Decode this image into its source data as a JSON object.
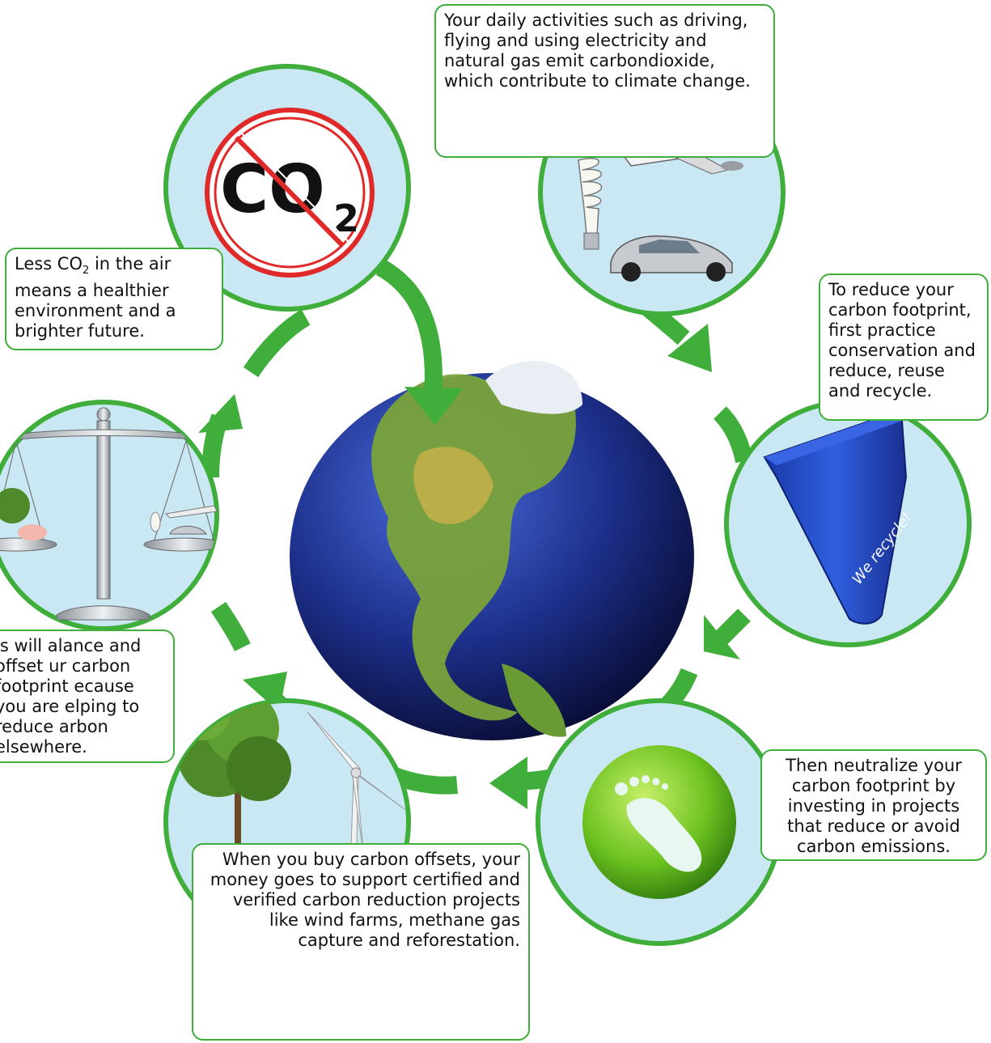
{
  "steps": [
    {
      "name": "daily-activities",
      "text": "Your daily activities such as driving, flying and using electricity and natural gas emit carbondioxide, which contribute to climate change.",
      "icons": [
        "airplane-icon",
        "light-bulb-icon",
        "car-icon"
      ]
    },
    {
      "name": "reduce-reuse-recycle",
      "text": "To reduce your carbon footprint, first practice conservation and reduce, reuse and recycle.",
      "icons": [
        "recycle-bin-icon"
      ],
      "bin_label": "We recycle!"
    },
    {
      "name": "neutralize-footprint",
      "text": "Then neutralize your carbon footprint by investing in projects that reduce or avoid carbon emissions.",
      "icons": [
        "footprint-icon"
      ]
    },
    {
      "name": "carbon-offsets",
      "text": "When you buy carbon offsets, your money goes to support certified and verified carbon reduction projects like wind farms, methane gas capture and reforestation.",
      "icons": [
        "tree-icon",
        "pig-icon",
        "wind-turbine-icon"
      ]
    },
    {
      "name": "balance-offset",
      "text": "is will alance and offset ur carbon footprint ecause you are elping to reduce arbon elsewhere.",
      "icons": [
        "balance-scale-icon"
      ]
    },
    {
      "name": "less-co2",
      "text_before": "Less CO",
      "subscript": "2",
      "text_after": " in the air means a healthier environment and a brighter future.",
      "icons": [
        "no-co2-icon"
      ],
      "co2_glyph": "CO",
      "co2_subscript": "2"
    }
  ],
  "colors": {
    "accent_green": "#3fae3a",
    "circle_fill": "#c9e8f4",
    "globe_ocean": "#1d2f8a",
    "forbidden_red": "#e02a2a",
    "bin_blue": "#2044b8"
  }
}
